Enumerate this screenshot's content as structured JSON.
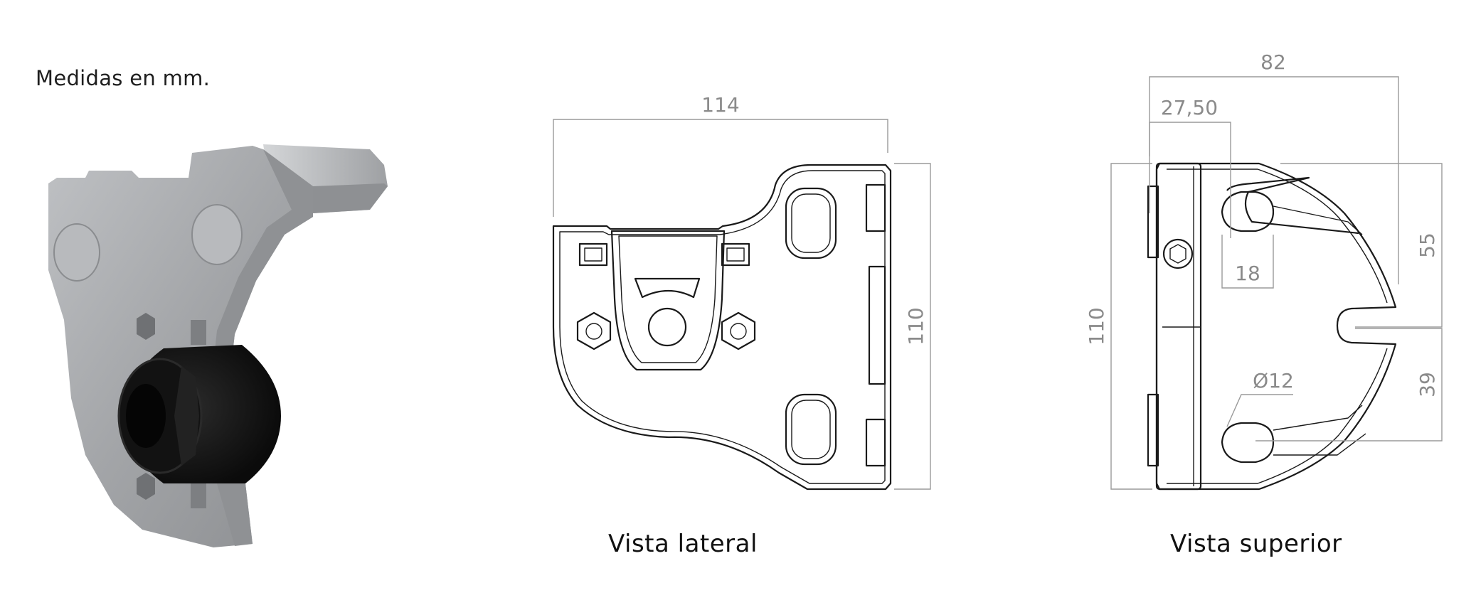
{
  "header": {
    "units_note": "Medidas en mm."
  },
  "views": {
    "side": {
      "caption": "Vista lateral",
      "dimensions": {
        "width": "114",
        "height": "110"
      }
    },
    "top": {
      "caption": "Vista superior",
      "dimensions": {
        "total_width": "82",
        "offset": "27,50",
        "height": "110",
        "slot_width": "18",
        "upper_span": "55",
        "lower_span": "39",
        "hole_diameter": "Ø12"
      }
    }
  },
  "colors": {
    "line": "#1a1a1a",
    "dimension": "#9a9a9a",
    "part_body": "#a7a9ac",
    "part_hub": "#141414"
  }
}
